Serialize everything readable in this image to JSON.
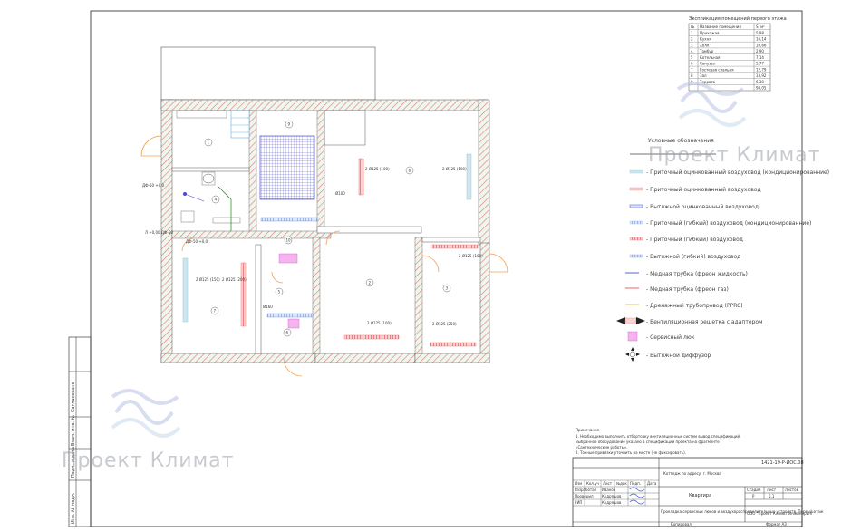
{
  "watermark": {
    "text": "Проект Климат"
  },
  "explication": {
    "title": "Экспликация помещений первого этажа",
    "header": [
      "№",
      "Название помещения",
      "S, м²"
    ],
    "rows": [
      [
        "1",
        "Прихожая",
        "5,88"
      ],
      [
        "2",
        "Кухня",
        "16,14"
      ],
      [
        "3",
        "Холл",
        "10,66"
      ],
      [
        "4",
        "Тамбур",
        "2,90"
      ],
      [
        "5",
        "Котельная",
        "7,14"
      ],
      [
        "6",
        "Санузел",
        "5,77"
      ],
      [
        "7",
        "Гостевая спальня",
        "12,79"
      ],
      [
        "8",
        "Зал",
        "13,92"
      ],
      [
        "9",
        "Терраса",
        "6,30"
      ],
      [
        "",
        "",
        "98,05"
      ]
    ]
  },
  "legend": {
    "title": "Условные обозначения",
    "items": [
      "- Приточный оцинкованный воздуховод (кондиционированние)",
      "- Приточный оцинкованный воздуховод",
      "- Вытяжной оцинкованный воздуховод",
      "- Приточный (гибкий) воздуховод (кондиционированние)",
      "- Приточный (гибкий) воздуховод",
      "- Вытяжной (гибкий) воздуховод",
      "- Медная трубка (фреон жидкость)",
      "- Медная трубка (фреон газ)",
      "- Дренажный трубопровод (PPRC)",
      "- Вентиляционная решетка с адаптером",
      "- Сервисный люк",
      "- Вытяжной диффузор"
    ]
  },
  "plan": {
    "room_numbers": [
      "1",
      "2",
      "3",
      "4",
      "5",
      "6",
      "7",
      "8",
      "9",
      "10"
    ],
    "duct_labels": [
      "2 Ø125 (100)",
      "2 Ø125 (150)",
      "2 Ø125 (200)",
      "2 Ø125 (250)",
      "Ø160",
      "Ø100"
    ],
    "levels": [
      "ДФ-50 +0,0",
      "ДФ-50 +0,0",
      "Л +0,00 ДФ-50"
    ]
  },
  "notes": {
    "title": "Примечания",
    "lines": [
      "1. Необходимо выполнить отбортовку вентиляционных систем вывод спецификаций.",
      "Выбранное оборудование указано в спецификации проекта на фрагменте",
      "«Сантехнические работы».",
      "2. Точные привязки уточнить на месте (не фиксировать)."
    ]
  },
  "title_block": {
    "code": "1421-19-Р-ИОС.08",
    "address": "Коттедж по адресу: г. Москва",
    "object": "Квартира",
    "sheet_title": "Прокладка сервисных люков и воздухораспределительных устройств. Первый этаж",
    "company": "ООО \"Проект Климат Инжиниринг\"",
    "stage_header": [
      "Стадия",
      "Лист",
      "Листов"
    ],
    "stage_values": [
      "Р",
      "5.1",
      ""
    ],
    "col_headers": [
      "Изм",
      "Кол.уч",
      "Лист",
      "№док",
      "Подп.",
      "Дата"
    ],
    "signers": [
      [
        "Разработал",
        "Иванов"
      ],
      [
        "Проверил",
        "Кудряшов"
      ],
      [
        "ГИП",
        "Кудряшов"
      ]
    ],
    "bottom_left": "Копировал",
    "bottom_right": "Формат А3",
    "side_stamp": [
      "Инв. № подл.",
      "Подп. и дата",
      "Взам. инв. №",
      "Согласовано"
    ]
  }
}
